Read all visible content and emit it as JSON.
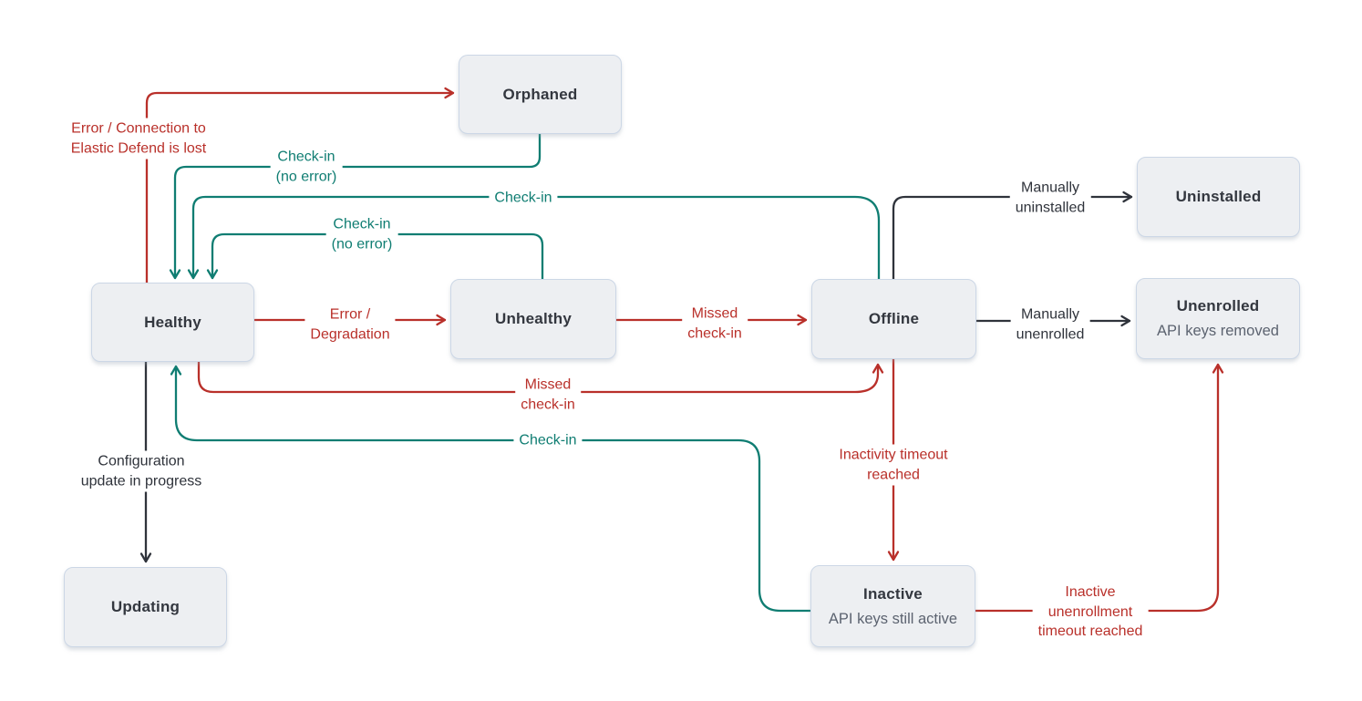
{
  "diagram": {
    "colors": {
      "error": "#b9302a",
      "success": "#0f7d72",
      "neutral": "#2f333b",
      "box-fill": "#edeff2",
      "box-border": "#ccd7e6",
      "box-title": "#33373f",
      "box-subtitle": "#5c6370"
    },
    "nodes": [
      {
        "id": "orphaned",
        "label": "Orphaned"
      },
      {
        "id": "uninstalled",
        "label": "Uninstalled"
      },
      {
        "id": "healthy",
        "label": "Healthy"
      },
      {
        "id": "unhealthy",
        "label": "Unhealthy"
      },
      {
        "id": "offline",
        "label": "Offline"
      },
      {
        "id": "unenrolled",
        "label": "Unenrolled",
        "sublabel": "API keys removed"
      },
      {
        "id": "updating",
        "label": "Updating"
      },
      {
        "id": "inactive",
        "label": "Inactive",
        "sublabel": "API keys still active"
      }
    ],
    "edges": [
      {
        "from": "healthy",
        "to": "orphaned",
        "color": "error",
        "label": "Error / Connection to\nElastic Defend is lost"
      },
      {
        "from": "orphaned",
        "to": "healthy",
        "color": "success",
        "label": "Check-in\n(no error)"
      },
      {
        "from": "offline",
        "to": "healthy",
        "color": "success",
        "label": "Check-in"
      },
      {
        "from": "unhealthy",
        "to": "healthy",
        "color": "success",
        "label": "Check-in\n(no error)"
      },
      {
        "from": "healthy",
        "to": "unhealthy",
        "color": "error",
        "label": "Error /\nDegradation"
      },
      {
        "from": "unhealthy",
        "to": "offline",
        "color": "error",
        "label": "Missed\ncheck-in"
      },
      {
        "from": "offline",
        "to": "uninstalled",
        "color": "neutral",
        "label": "Manually\nuninstalled"
      },
      {
        "from": "offline",
        "to": "unenrolled",
        "color": "neutral",
        "label": "Manually\nunenrolled"
      },
      {
        "from": "healthy",
        "to": "offline",
        "color": "error",
        "label": "Missed\ncheck-in"
      },
      {
        "from": "inactive",
        "to": "healthy",
        "color": "success",
        "label": "Check-in"
      },
      {
        "from": "healthy",
        "to": "updating",
        "color": "neutral",
        "label": "Configuration\nupdate in progress"
      },
      {
        "from": "offline",
        "to": "inactive",
        "color": "error",
        "label": "Inactivity timeout\nreached"
      },
      {
        "from": "inactive",
        "to": "unenrolled",
        "color": "error",
        "label": "Inactive\nunenrollment\ntimeout reached"
      }
    ]
  }
}
